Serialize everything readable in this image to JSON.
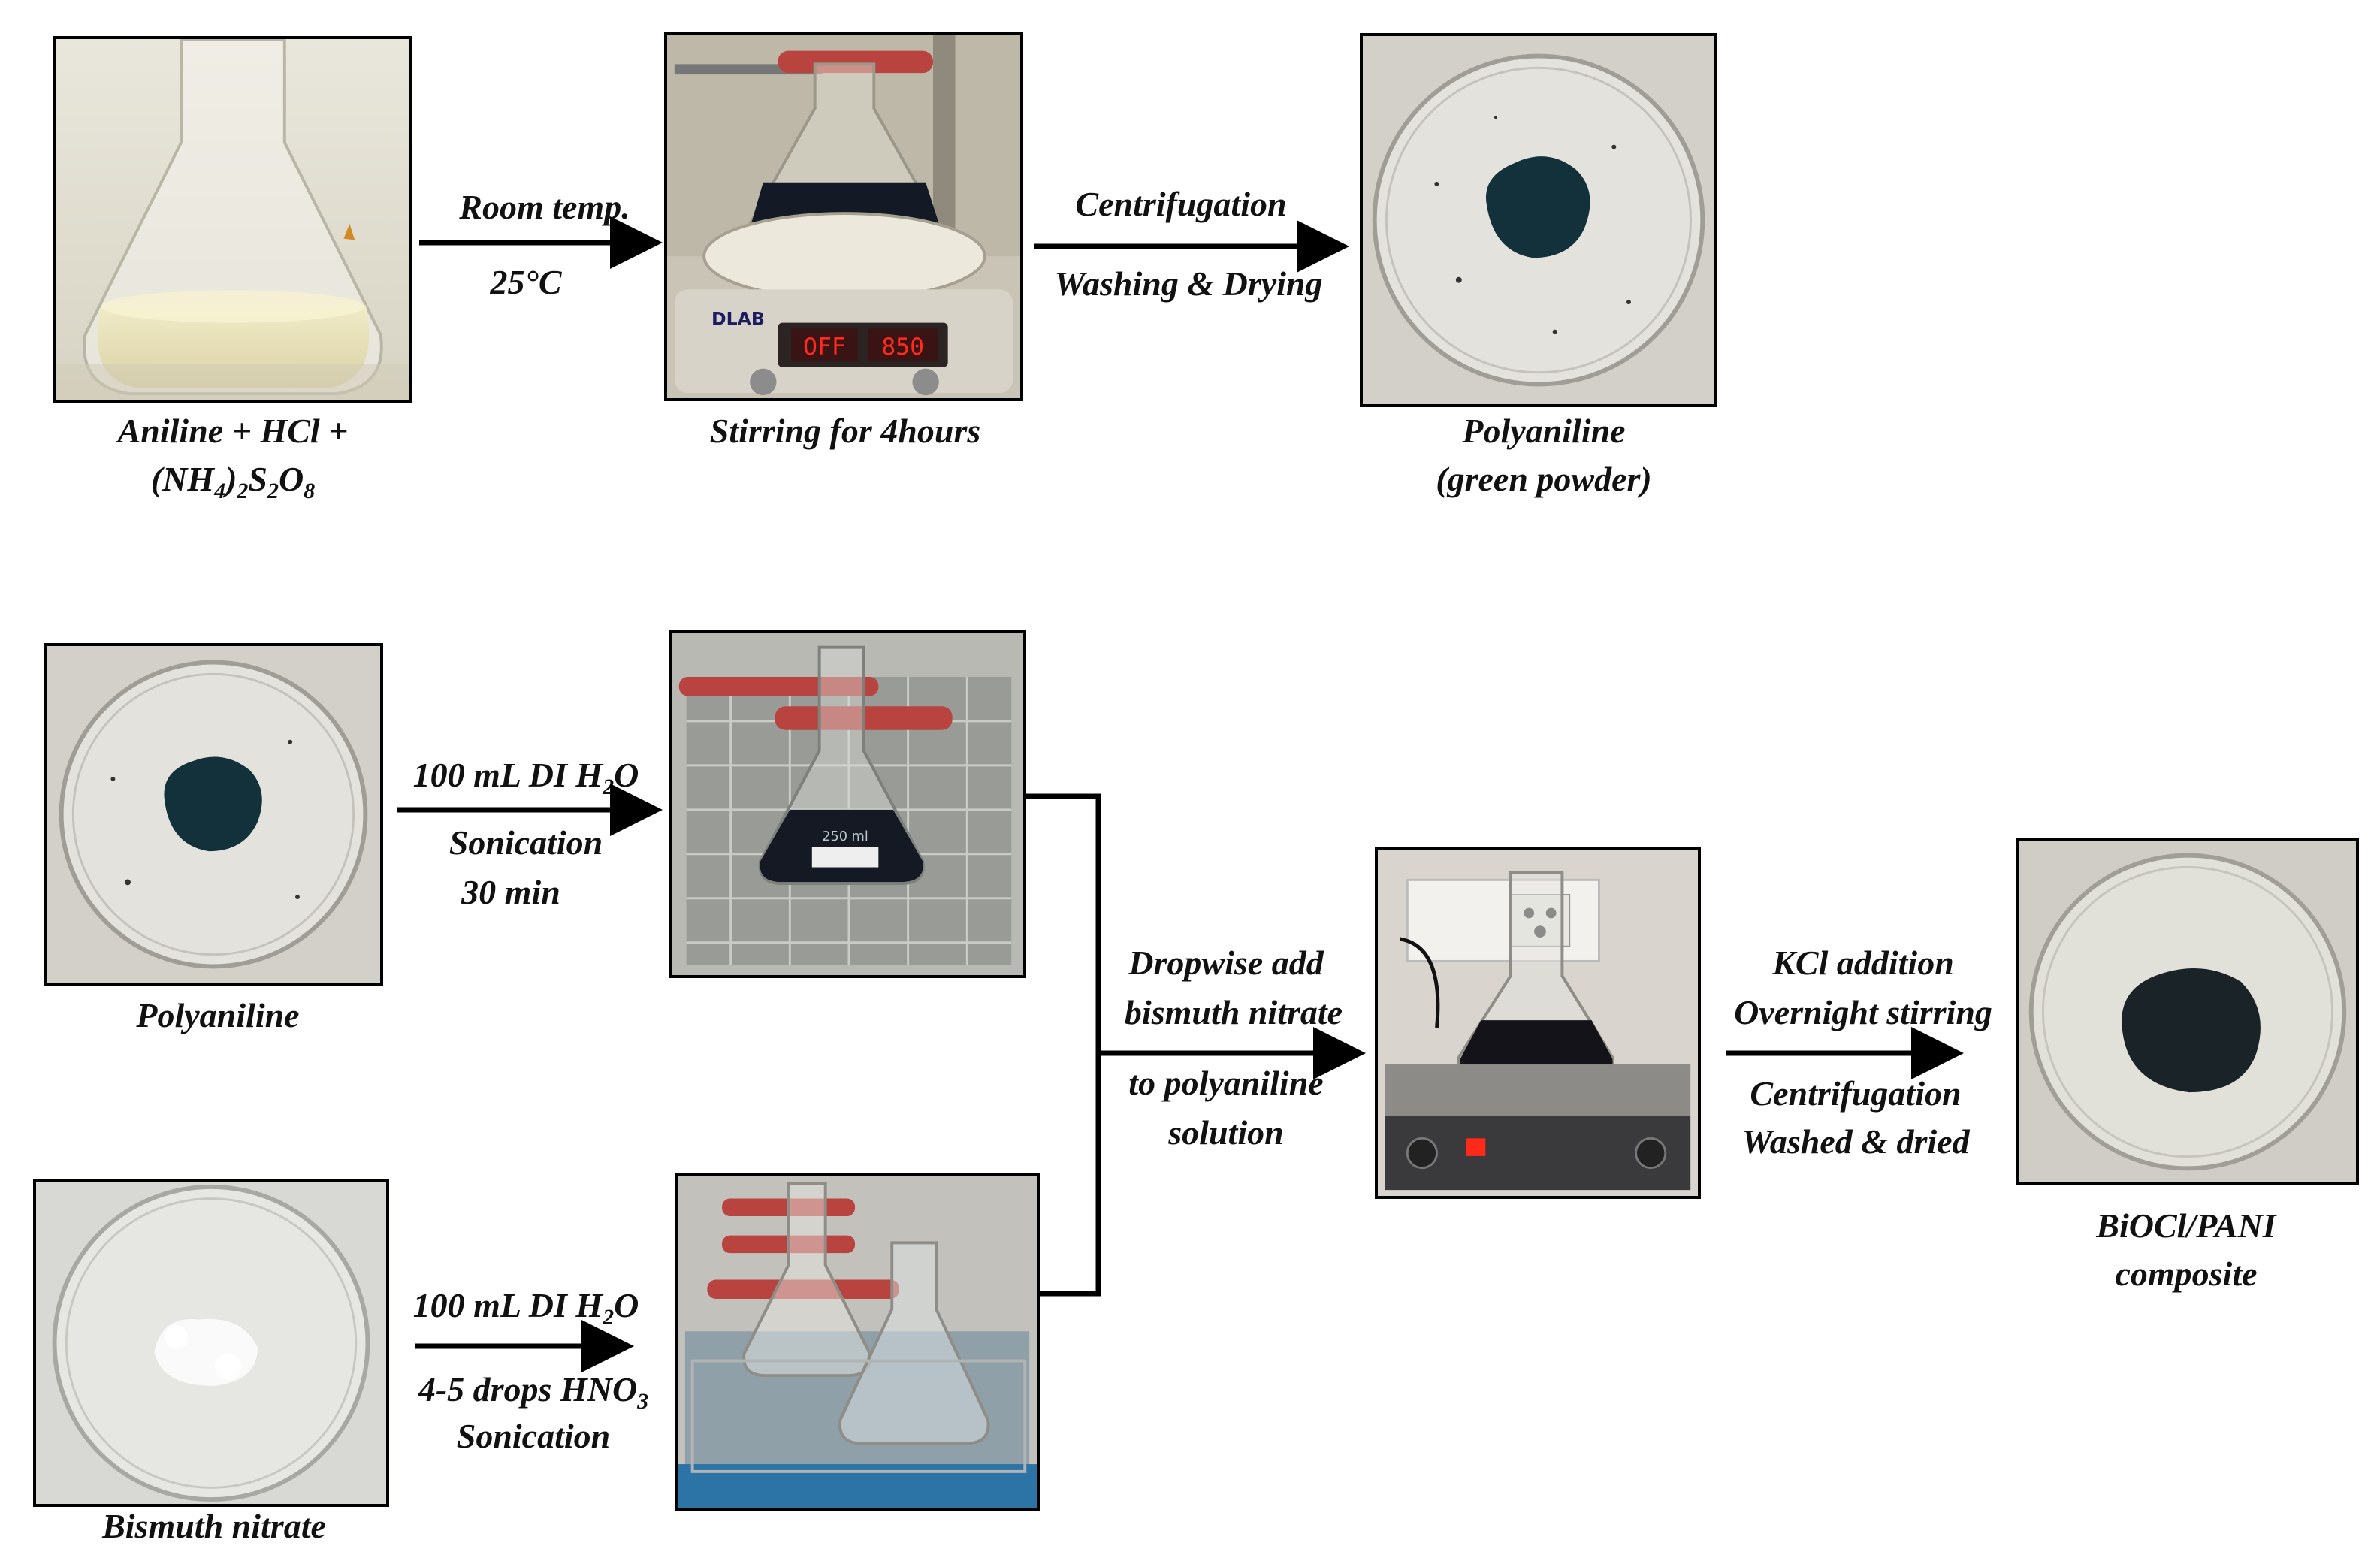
{
  "row1": {
    "step1_caption_line1": "Aniline + HCl +",
    "step1_caption_line2": {
      "a": "(NH",
      "a_sub": "4",
      "b": ")",
      "b_sub": "2",
      "c": "S",
      "c_sub": "2",
      "d": "O",
      "d_sub": "8"
    },
    "arrow1_top": "Room temp.",
    "arrow1_bottom": "25°C",
    "step2_caption": "Stirring for 4hours",
    "hotplate_display_left": "OFF",
    "hotplate_display_right": "850",
    "hotplate_brand": "DLAB",
    "arrow2_top": "Centrifugation",
    "arrow2_bottom": "Washing & Drying",
    "step3_caption_line1": "Polyaniline",
    "step3_caption_line2": "(green powder)"
  },
  "row2": {
    "pani_caption": "Polyaniline",
    "arrow_top": {
      "text": "100 mL DI H",
      "sub": "2",
      "tail": "O"
    },
    "arrow_bottom_line1": "Sonication",
    "arrow_bottom_line2": "30 min",
    "flask_marking": "250 ml"
  },
  "row3": {
    "bn_caption": "Bismuth nitrate",
    "arrow_top": {
      "text": "100 mL DI H",
      "sub": "2",
      "tail": "O"
    },
    "arrow_bottom_line1": {
      "text": "4-5 drops  HNO",
      "sub": "3"
    },
    "arrow_bottom_line2": "Sonication"
  },
  "merge": {
    "line1": "Dropwise add",
    "line2": "bismuth nitrate",
    "line3": "to polyaniline",
    "line4": "solution"
  },
  "final": {
    "arrow_top_line1": "KCl addition",
    "arrow_top_line2": "Overnight stirring",
    "arrow_bottom_line1": "Centrifugation",
    "arrow_bottom_line2": "Washed & dried",
    "caption_line1": "BiOCl/PANI",
    "caption_line2": "composite"
  },
  "colors": {
    "pani_powder": "#12313a",
    "composite_powder": "#1a2428",
    "hotplate_led": "#ff2a1a",
    "clamp_red": "#b8433f",
    "arrow": "#000000"
  }
}
